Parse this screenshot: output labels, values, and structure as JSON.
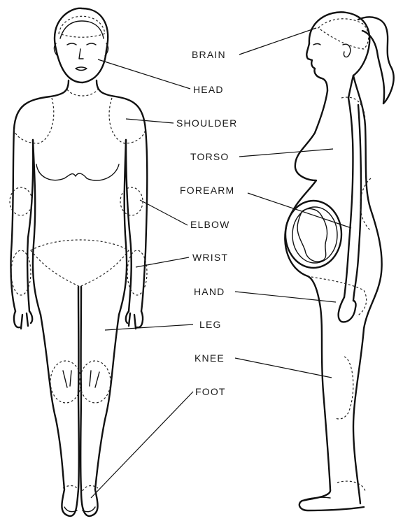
{
  "labels": {
    "brain": "BRAIN",
    "head": "HEAD",
    "shoulder": "SHOULDER",
    "torso": "TORSO",
    "forearm": "FOREARM",
    "elbow": "ELBOW",
    "wrist": "WRIST",
    "hand": "HAND",
    "leg": "LEG",
    "knee": "KNEE",
    "foot": "FOOT"
  },
  "colors": {
    "line": "#111111",
    "background": "#ffffff"
  }
}
